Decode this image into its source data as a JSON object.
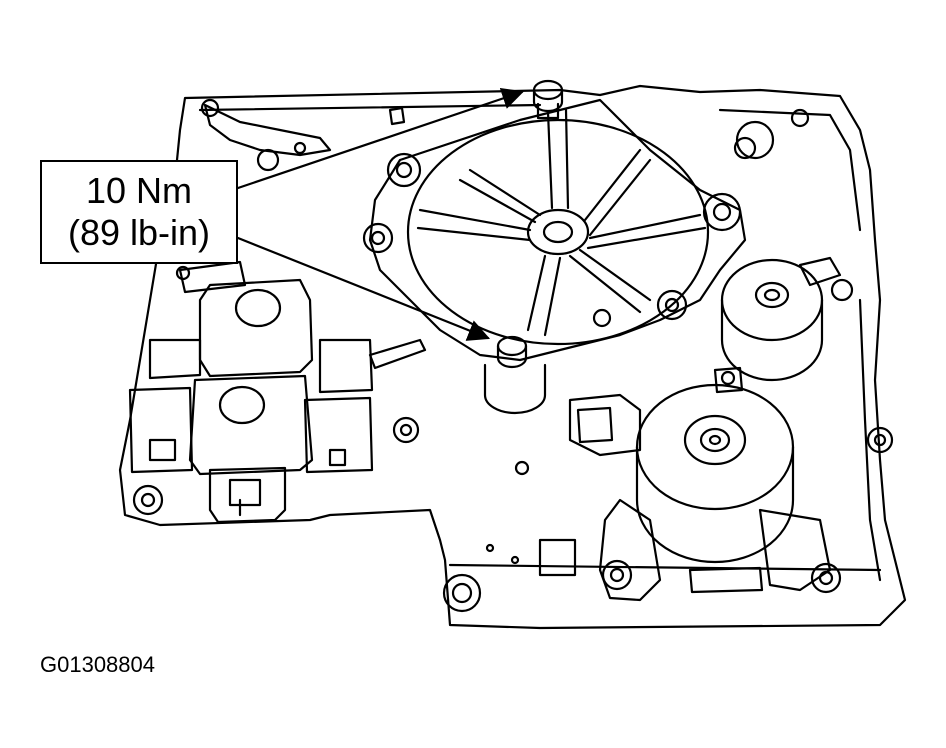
{
  "callout": {
    "torque_nm": "10 Nm",
    "torque_lbin": "(89 lb-in)"
  },
  "figure_id": "G01308804",
  "colors": {
    "line": "#000000",
    "background": "#ffffff"
  }
}
